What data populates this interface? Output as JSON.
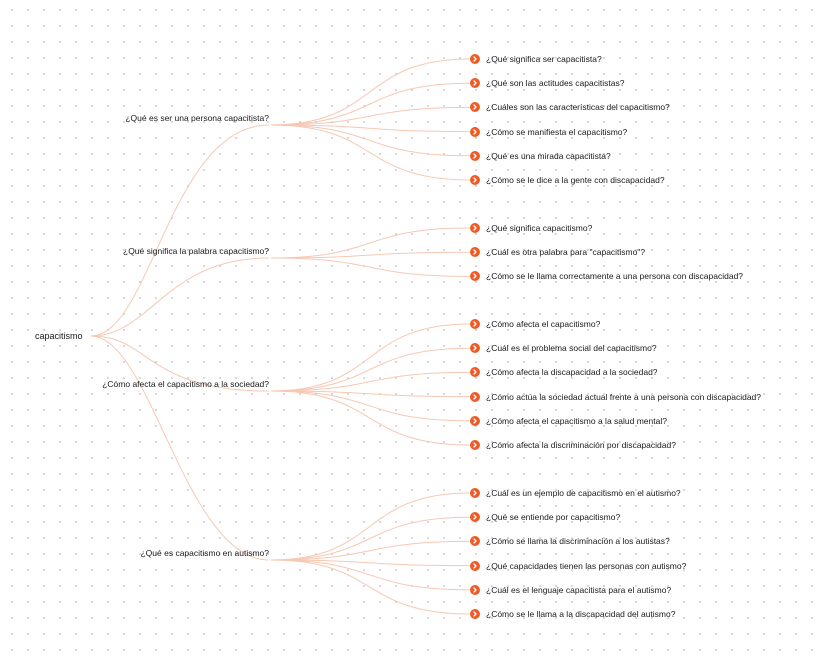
{
  "colors": {
    "accent": "#ef5b25",
    "link": "#f6c8b4",
    "text": "#1a1a1a",
    "dots": "#cfcfcf"
  },
  "root": {
    "label": "capacitismo"
  },
  "branches": [
    {
      "label": "¿Qué es ser una persona capacitista?",
      "children": [
        "¿Qué significa ser capacitista?",
        "¿Qué son las actitudes capacitistas?",
        "¿Cuáles son las características del capacitismo?",
        "¿Cómo se manifiesta el capacitismo?",
        "¿Qué es una mirada capacitista?",
        "¿Cómo se le dice a la gente con discapacidad?"
      ]
    },
    {
      "label": "¿Qué significa la palabra capacitismo?",
      "children": [
        "¿Qué significa capacitismo?",
        "¿Cuál es otra palabra para \"capacitismo\"?",
        "¿Cómo se le llama correctamente a una persona con discapacidad?"
      ]
    },
    {
      "label": "¿Cómo afecta el capacitismo a la sociedad?",
      "children": [
        "¿Cómo afecta el capacitismo?",
        "¿Cuál es el problema social del capacitismo?",
        "¿Cómo afecta la discapacidad a la sociedad?",
        "¿Cómo actúa la sociedad actual frente a una persona con discapacidad?",
        "¿Cómo afecta el capacitismo a la salud mental?",
        "¿Cómo afecta la discriminación por discapacidad?"
      ]
    },
    {
      "label": "¿Qué es capacitismo en autismo?",
      "children": [
        "¿Cuál es un ejemplo de capacitismo en el autismo?",
        "¿Qué se entiende por capacitismo?",
        "¿Cómo se llama la discriminación a los autistas?",
        "¿Qué capacidades tienen las personas con autismo?",
        "¿Cuál es el lenguaje capacitista para el autismo?",
        "¿Cómo se le llama a la discapacidad del autismo?"
      ]
    }
  ]
}
